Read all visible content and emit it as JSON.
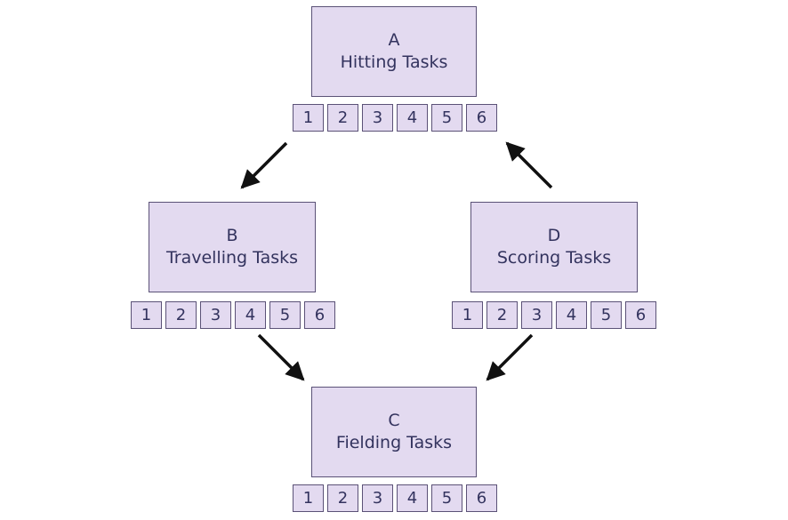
{
  "stations": {
    "a": {
      "letter": "A",
      "name": "Hitting Tasks"
    },
    "b": {
      "letter": "B",
      "name": "Travelling Tasks"
    },
    "c": {
      "letter": "C",
      "name": "Fielding Tasks"
    },
    "d": {
      "letter": "D",
      "name": "Scoring Tasks"
    }
  },
  "task_numbers": [
    "1",
    "2",
    "3",
    "4",
    "5",
    "6"
  ],
  "colors": {
    "box_fill": "#e3daf0",
    "box_border": "#5b5277",
    "text": "#33335e",
    "arrow": "#111111"
  }
}
